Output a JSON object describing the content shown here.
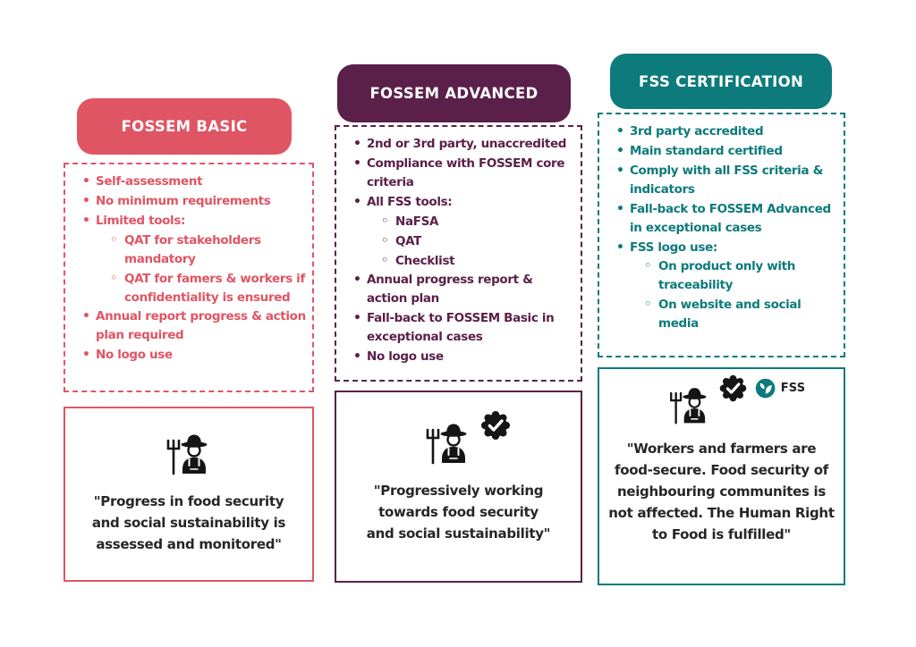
{
  "page": {
    "background": "#ffffff",
    "text_color": "#262626"
  },
  "columns": [
    {
      "title": "FOSSEM BASIC",
      "color": "#e05563",
      "items": [
        {
          "level": 1,
          "text": "Self-assessment"
        },
        {
          "level": 1,
          "text": "No minimum requirements"
        },
        {
          "level": 1,
          "text": "Limited tools:"
        },
        {
          "level": 2,
          "text": "QAT for stakeholders mandatory"
        },
        {
          "level": 2,
          "text": "QAT for famers & workers if confidentiality is ensured"
        },
        {
          "level": 1,
          "text": "Annual report progress & action plan required"
        },
        {
          "level": 1,
          "text": "No logo use"
        }
      ],
      "icons": [
        "farmer-icon"
      ],
      "quote": "\"Progress in food security\nand social sustainability is\nassessed and monitored\""
    },
    {
      "title": "FOSSEM ADVANCED",
      "color": "#5b2049",
      "items": [
        {
          "level": 1,
          "text": "2nd or 3rd party, unaccredited"
        },
        {
          "level": 1,
          "text": "Compliance with FOSSEM core criteria"
        },
        {
          "level": 1,
          "text": "All FSS tools:"
        },
        {
          "level": 2,
          "text": "NaFSA"
        },
        {
          "level": 2,
          "text": "QAT"
        },
        {
          "level": 2,
          "text": "Checklist"
        },
        {
          "level": 1,
          "text": "Annual progress report & action plan"
        },
        {
          "level": 1,
          "text": "Fall-back to FOSSEM Basic in exceptional cases"
        },
        {
          "level": 1,
          "text": "No logo use"
        }
      ],
      "icons": [
        "farmer-icon",
        "check-badge-icon"
      ],
      "quote": "\"Progressively working\ntowards food security\nand social sustainability\""
    },
    {
      "title": "FSS CERTIFICATION",
      "color": "#0d7a7b",
      "items": [
        {
          "level": 1,
          "text": "3rd party accredited"
        },
        {
          "level": 1,
          "text": "Main standard certified"
        },
        {
          "level": 1,
          "text": "Comply with all FSS criteria & indicators"
        },
        {
          "level": 1,
          "text": "Fall-back to FOSSEM Advanced in exceptional cases"
        },
        {
          "level": 1,
          "text": "FSS logo use:"
        },
        {
          "level": 2,
          "text": "On product only with traceability"
        },
        {
          "level": 2,
          "text": "On website and social media"
        }
      ],
      "icons": [
        "farmer-icon",
        "check-badge-icon",
        "fss-logo"
      ],
      "fss_logo_text": "FSS",
      "quote": "\"Workers and farmers are\nfood-secure. Food security of\nneighbouring communites is\nnot affected. The Human Right\nto Food is fulfilled\""
    }
  ]
}
